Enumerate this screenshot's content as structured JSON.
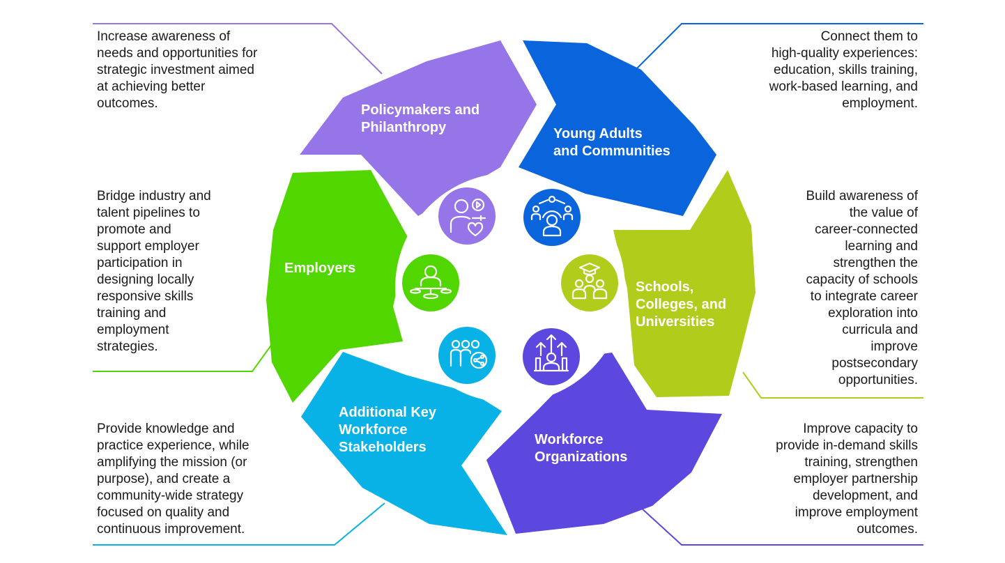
{
  "colors": {
    "policymakers": "#9575e8",
    "young_adults": "#0a64dc",
    "schools": "#b2cc1c",
    "workforce": "#5c48de",
    "additional": "#08b2e6",
    "employers": "#52d600"
  },
  "segments": {
    "policymakers": {
      "label_line1": "Policymakers and",
      "label_line2": "Philanthropy",
      "icon": "person-heart-play-icon",
      "description": "Increase awareness of\nneeds and opportunities for\nstrategic investment aimed\nat achieving better\noutcomes."
    },
    "young_adults": {
      "label_line1": "Young Adults",
      "label_line2": "and Communities",
      "icon": "community-network-icon",
      "description": "Connect them to\nhigh-quality experiences:\neducation, skills training,\nwork-based learning, and\nemployment."
    },
    "schools": {
      "label_line1": "Schools,",
      "label_line2": "Colleges, and",
      "label_line3": "Universities",
      "icon": "graduation-group-icon",
      "description": "Build awareness of\nthe value of\ncareer-connected\nlearning and\nstrengthen the\ncapacity of schools\nto integrate career\nexploration into\ncurricula and\nimprove\npostsecondary\nopportunities."
    },
    "workforce": {
      "label_line1": "Workforce",
      "label_line2": "Organizations",
      "icon": "growth-arrows-person-icon",
      "description": "Improve capacity to\nprovide in-demand skills\ntraining, strengthen\nemployer partnership\ndevelopment, and\nimprove employment\noutcomes."
    },
    "additional": {
      "label_line1": "Additional Key",
      "label_line2": "Workforce",
      "label_line3": "Stakeholders",
      "icon": "people-share-icon",
      "description": "Provide knowledge and\npractice experience, while\namplifying the mission (or\npurpose), and create a\ncommunity-wide strategy\nfocused on quality and\ncontinuous improvement."
    },
    "employers": {
      "label_line1": "Employers",
      "icon": "employer-desk-icon",
      "description": "Bridge industry and\ntalent pipelines to\npromote and\nsupport employer\nparticipation in\ndesigning locally\nresponsive skills\ntraining and\nemployment\nstrategies."
    }
  }
}
